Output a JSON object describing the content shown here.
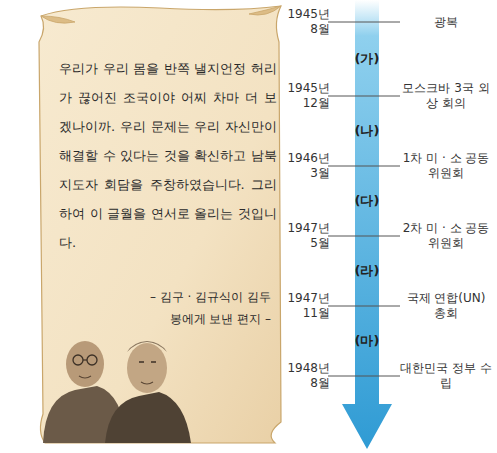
{
  "diagram": {
    "nodes": [
      {
        "text": [
          "우리가 우리 몸을 반쪽 낼지언정 허리가 끊어진 조국이야 어찌 차마 더 보겠나이까. 우리 문제는 우리 자신만이 해결할 수 있다는 것을 확신하고 남북 지도자 회담을 주창하였습니다. 그리하여 이 글월을 연서로 올리는 것입니다.",
          "– 김구 · 김규식이 김두봉에게 보낸 편지 –"
        ]
      },
      {
        "text": [
          "(가)",
          "(나)",
          "(다)",
          "(라)",
          "(마)"
        ]
      }
    ],
    "labels": [
      "1945년 8월",
      "광복",
      "1945년 12월",
      "모스크바 3국 외상 회의",
      "1946년 3월",
      "1차 미 · 소 공동 위원회",
      "1947년 5월",
      "2차 미 · 소 공동 위원회",
      "1947년 11월",
      "국제 연합(UN) 총회",
      "1948년 8월",
      "대한민국 정부 수립"
    ]
  }
}
